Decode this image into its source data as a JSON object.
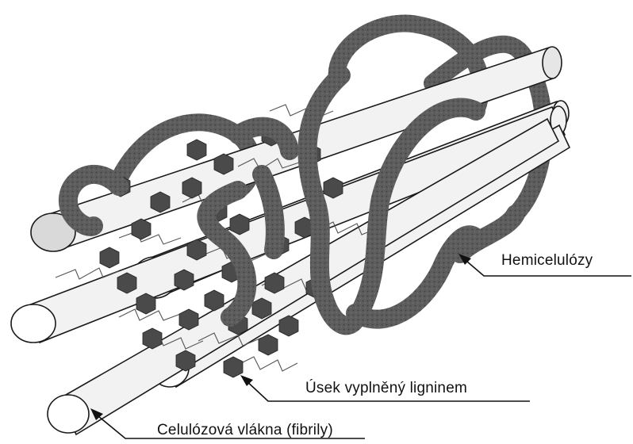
{
  "labels": {
    "hemicelluloses": "Hemicelulózy",
    "lignin_segment": "Úsek vyplněný ligninem",
    "cellulose_fibres": "Celulózová vlákna (fibrily)"
  },
  "colors": {
    "hemicellulose": "#5d5d5d",
    "hemicellulose_texture": "#3f3f3f",
    "lignin": "#4a4a4a",
    "fibril_fill": "#f2f2f2",
    "fibril_stroke": "#1a1a1a",
    "background": "#ffffff"
  }
}
